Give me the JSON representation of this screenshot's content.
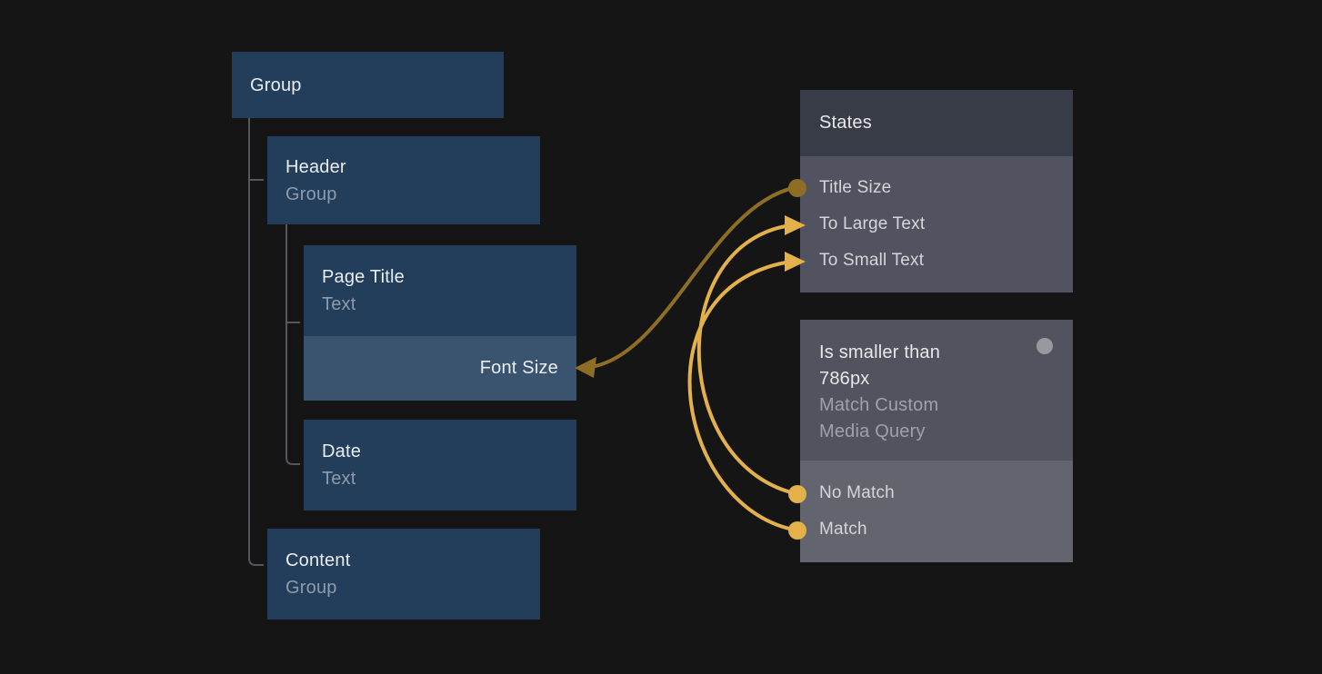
{
  "colors": {
    "bg": "#151515",
    "box-blue": "#233e5a",
    "row-blue": "#3a546f",
    "box-title": "#e9edf3",
    "box-subtitle": "#8e9bac",
    "states-header": "#383c46",
    "states-body": "#515460",
    "query-header": "#51545e",
    "query-body": "#62656d",
    "panel-title": "#e7e8ea",
    "item-text": "#d4d6d9",
    "query-subtitle": "#9fa1a7",
    "tree-line": "#54575b",
    "gold": "#e3b04a",
    "gold-dark": "#8d6e24",
    "gray-dot": "#98999e"
  },
  "tree": {
    "nodes": [
      {
        "title": "Group",
        "subtitle": ""
      },
      {
        "title": "Header",
        "subtitle": "Group"
      },
      {
        "title": "Page Title",
        "subtitle": "Text",
        "property": "Font Size"
      },
      {
        "title": "Date",
        "subtitle": "Text"
      },
      {
        "title": "Content",
        "subtitle": "Group"
      }
    ]
  },
  "states_panel": {
    "title": "States",
    "items": [
      "Title Size",
      "To Large Text",
      "To Small Text"
    ]
  },
  "query_panel": {
    "title": "Is smaller than 786px",
    "subtitle": "Match Custom Media Query",
    "items": [
      "No Match",
      "Match"
    ]
  },
  "connections": [
    {
      "from": "Title Size",
      "to": "Font Size"
    },
    {
      "from": "No Match",
      "to": "To Large Text"
    },
    {
      "from": "Match",
      "to": "To Small Text"
    }
  ]
}
